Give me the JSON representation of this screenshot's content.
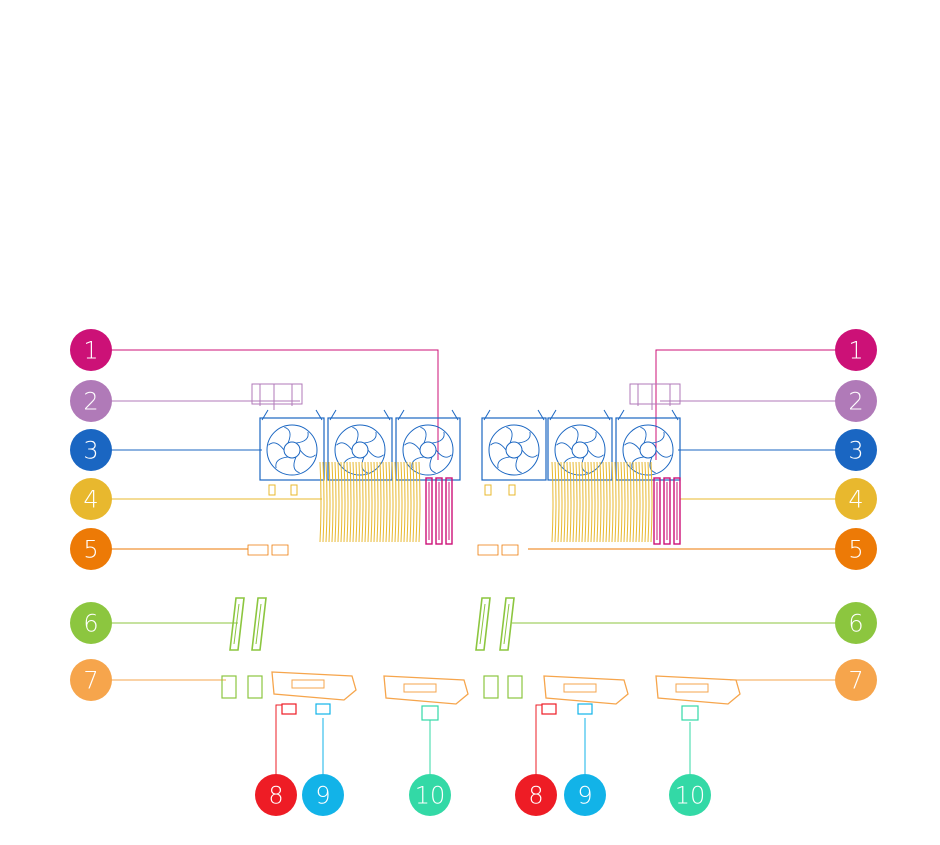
{
  "colors": {
    "c1": "#cc1177",
    "c2": "#b07ab8",
    "c3": "#1a66c2",
    "c4": "#e8b82e",
    "c5": "#ed7a06",
    "c6": "#8cc63f",
    "c7": "#f6a54c",
    "c8": "#ee1c25",
    "c9": "#12b3e8",
    "c10": "#33d9a6"
  },
  "side_badges": [
    {
      "label": "1",
      "color_key": "c1"
    },
    {
      "label": "2",
      "color_key": "c2"
    },
    {
      "label": "3",
      "color_key": "c3"
    },
    {
      "label": "4",
      "color_key": "c4"
    },
    {
      "label": "5",
      "color_key": "c5"
    },
    {
      "label": "6",
      "color_key": "c6"
    },
    {
      "label": "7",
      "color_key": "c7"
    }
  ],
  "bottom_badges": [
    {
      "label": "8",
      "color_key": "c8"
    },
    {
      "label": "9",
      "color_key": "c9"
    },
    {
      "label": "10",
      "color_key": "c10"
    }
  ]
}
